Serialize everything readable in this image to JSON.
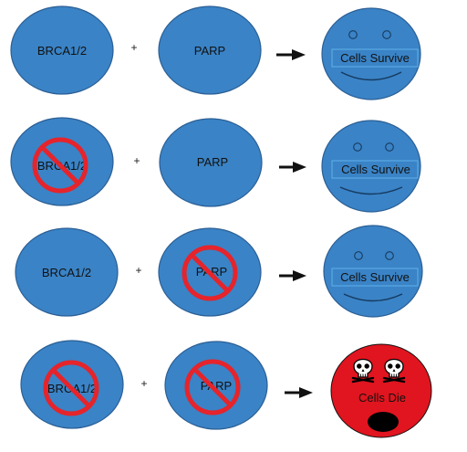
{
  "colors": {
    "circle_fill": "#3a83c6",
    "circle_stroke": "#2b5f95",
    "die_fill": "#e0151f",
    "no_sign": "#e5242b",
    "arrow": "#111111",
    "label_box": "#5fb0ea"
  },
  "plus_sign": "+",
  "rows": [
    {
      "gene1": {
        "label": "BRCA1/2",
        "blocked": false
      },
      "gene2": {
        "label": "PARP",
        "blocked": false
      },
      "outcome": {
        "label": "Cells Survive",
        "state": "survive",
        "icon": "smiley-face-icon"
      }
    },
    {
      "gene1": {
        "label": "BRCA1/2",
        "blocked": true
      },
      "gene2": {
        "label": "PARP",
        "blocked": false
      },
      "outcome": {
        "label": "Cells Survive",
        "state": "survive",
        "icon": "smiley-face-icon"
      }
    },
    {
      "gene1": {
        "label": "BRCA1/2",
        "blocked": false
      },
      "gene2": {
        "label": "PARP",
        "blocked": true
      },
      "outcome": {
        "label": "Cells Survive",
        "state": "survive",
        "icon": "smiley-face-icon"
      }
    },
    {
      "gene1": {
        "label": "BRCA1/2",
        "blocked": true
      },
      "gene2": {
        "label": "PARP",
        "blocked": true
      },
      "outcome": {
        "label": "Cells Die",
        "state": "die",
        "icon": "skull-icon"
      }
    }
  ]
}
